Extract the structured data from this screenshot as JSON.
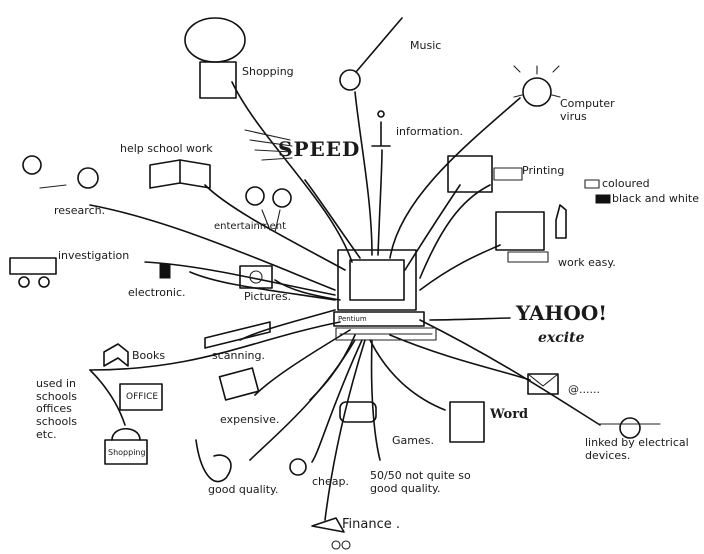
{
  "center": {
    "text": "Pentium"
  },
  "branches": [
    {
      "id": "shopping-top",
      "label": "Shopping",
      "icon": "shopping-bag-icon"
    },
    {
      "id": "music",
      "label": "Music",
      "icon": "guitar-icon"
    },
    {
      "id": "computer-virus",
      "label": "Computer virus",
      "icon": "virus-face-icon"
    },
    {
      "id": "information",
      "label": "information.",
      "icon": "info-icon"
    },
    {
      "id": "help-school",
      "label": "help school work",
      "icon": "book-icon"
    },
    {
      "id": "speed",
      "label": "SPEED",
      "icon": "speed-icon"
    },
    {
      "id": "printing",
      "label": "Printing",
      "icon": "printer-icon"
    },
    {
      "id": "coloured",
      "label": "coloured",
      "icon": "colour-cartridge-icon"
    },
    {
      "id": "black-white",
      "label": "black and white",
      "icon": "bw-cartridge-icon"
    },
    {
      "id": "research",
      "label": "research.",
      "icon": "people-talking-icon"
    },
    {
      "id": "entertainment",
      "label": "entertainment",
      "icon": "dancer-icon"
    },
    {
      "id": "investigation",
      "label": "investigation",
      "icon": "police-car-icon"
    },
    {
      "id": "work-easy",
      "label": "work easy.",
      "icon": "computer-thumbsup-icon"
    },
    {
      "id": "electronic",
      "label": "electronic.",
      "icon": "plug-icon"
    },
    {
      "id": "pictures",
      "label": "Pictures.",
      "icon": "camera-icon"
    },
    {
      "id": "yahoo",
      "label": "YAHOO!",
      "icon": "yahoo-logo-icon"
    },
    {
      "id": "excite",
      "label": "excite",
      "icon": "excite-logo-icon"
    },
    {
      "id": "scanning",
      "label": "scanning.",
      "icon": "scanner-icon"
    },
    {
      "id": "books",
      "label": "Books",
      "icon": "open-book-icon"
    },
    {
      "id": "office",
      "label": "OFFICE",
      "icon": "office-sign-icon"
    },
    {
      "id": "shopping-bottom",
      "label": "Shopping",
      "icon": "shopping-basket-icon"
    },
    {
      "id": "expensive",
      "label": "expensive.",
      "icon": "money-icon"
    },
    {
      "id": "email",
      "label": "@......",
      "icon": "envelope-icon"
    },
    {
      "id": "word",
      "label": "Word",
      "icon": "document-icon"
    },
    {
      "id": "games",
      "label": "Games.",
      "icon": "gamepad-icon"
    },
    {
      "id": "linked",
      "label": "linked by electrical devices.",
      "icon": "cable-icon"
    },
    {
      "id": "good-quality",
      "label": "good quality.",
      "icon": "ok-hand-icon"
    },
    {
      "id": "cheap",
      "label": "cheap.",
      "icon": "coin-icon"
    },
    {
      "id": "fifty",
      "label": "50/50 not quite so good quality.",
      "icon": ""
    },
    {
      "id": "finance",
      "label": "Finance .",
      "icon": "money-wings-icon"
    }
  ],
  "used_in": {
    "title": "used in",
    "items": [
      "schools",
      "offices",
      "schools",
      "etc."
    ]
  }
}
